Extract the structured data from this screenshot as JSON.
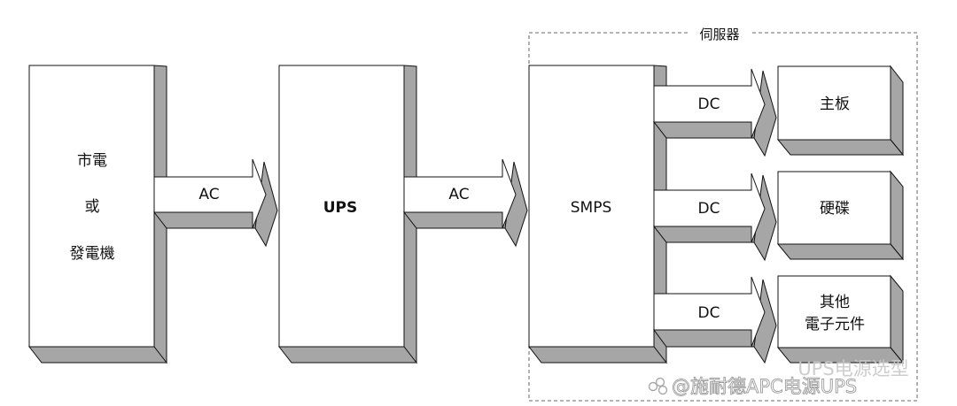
{
  "server": {
    "label": "伺服器"
  },
  "source": {
    "line1": "市電",
    "line2": "或",
    "line3": "發電機"
  },
  "ups": {
    "label": "UPS"
  },
  "smps": {
    "label": "SMPS"
  },
  "arrows": {
    "ac1": "AC",
    "ac2": "AC",
    "dc1": "DC",
    "dc2": "DC",
    "dc3": "DC"
  },
  "targets": {
    "mainboard": "主板",
    "disk": "硬碟",
    "other_line1": "其他",
    "other_line2": "電子元件"
  },
  "watermark": "@施耐德APC电源UPS",
  "watermark_back": "UPS电源选型",
  "colors": {
    "shadow": "#a6a6a6",
    "line": "#111111",
    "face": "#ffffff",
    "dash": "#666666"
  }
}
